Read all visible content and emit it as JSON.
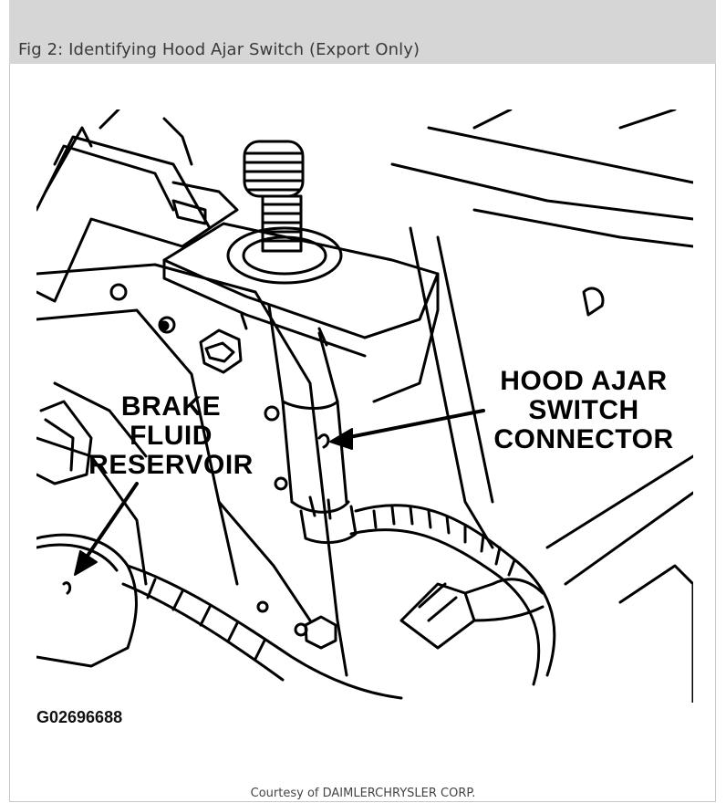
{
  "title": "Fig 2: Identifying Hood Ajar Switch (Export Only)",
  "labels": {
    "hood_ajar": [
      "HOOD AJAR",
      "SWITCH",
      "CONNECTOR"
    ],
    "brake_fluid": [
      "BRAKE",
      "FLUID",
      "RESERVOIR"
    ]
  },
  "figure_code": "G02696688",
  "credit": "Courtesy of DAIMLERCHRYSLER CORP."
}
